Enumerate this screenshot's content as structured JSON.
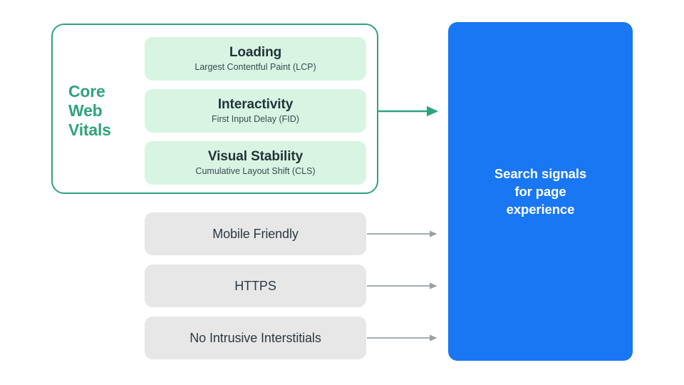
{
  "diagram": {
    "background_color": "#ffffff",
    "group": {
      "label": "Core\nWeb\nVitals",
      "outline_color": "#2ea37c",
      "label_color": "#2ea37c"
    },
    "vitals": [
      {
        "title": "Loading",
        "subtitle": "Largest Contentful Paint (LCP)",
        "fill_color": "#d8f5e3"
      },
      {
        "title": "Interactivity",
        "subtitle": "First Input Delay (FID)",
        "fill_color": "#d8f5e3"
      },
      {
        "title": "Visual Stability",
        "subtitle": "Cumulative Layout Shift (CLS)",
        "fill_color": "#d8f5e3"
      }
    ],
    "signals": [
      {
        "label": "Mobile Friendly",
        "fill_color": "#e7e7e8"
      },
      {
        "label": "HTTPS",
        "fill_color": "#e7e7e8"
      },
      {
        "label": "No Intrusive Interstitials",
        "fill_color": "#e7e7e8"
      }
    ],
    "destination": {
      "text": "Search signals\nfor page\nexperience",
      "fill_color": "#1977f3",
      "text_color": "#ffffff"
    },
    "arrows": [
      {
        "name": "core-web-vitals-arrow",
        "color": "#2ea37c"
      },
      {
        "name": "mobile-friendly-arrow",
        "color": "#9aa0a6"
      },
      {
        "name": "https-arrow",
        "color": "#9aa0a6"
      },
      {
        "name": "no-intrusive-interstitials-arrow",
        "color": "#9aa0a6"
      }
    ]
  }
}
